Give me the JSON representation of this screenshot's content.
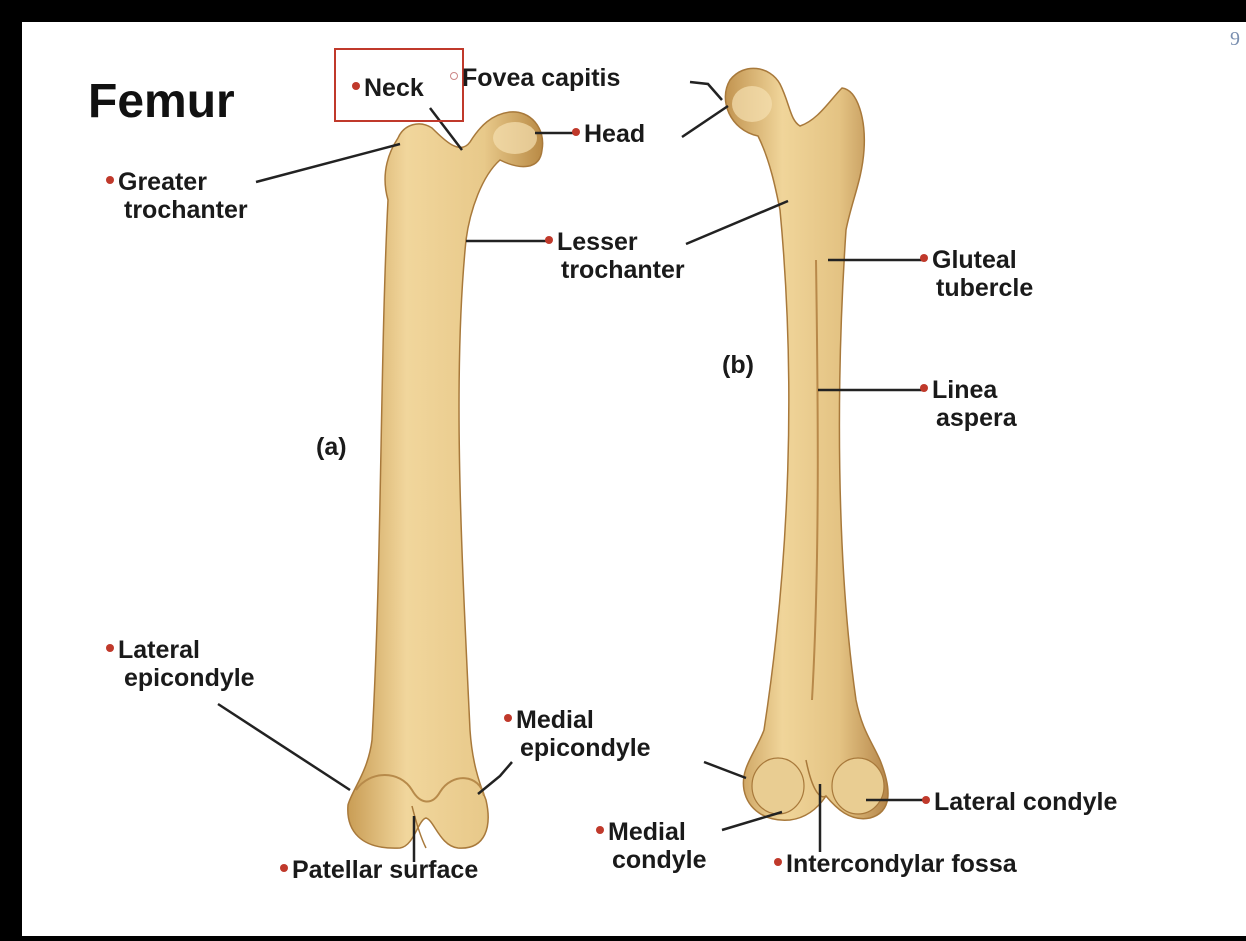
{
  "title": "Femur",
  "corner_mark": "9",
  "views": {
    "anterior": "(a)",
    "posterior": "(b)"
  },
  "labels": {
    "neck": "Neck",
    "fovea_capitis": "Fovea capitis",
    "head": "Head",
    "greater_trochanter": [
      "Greater",
      "trochanter"
    ],
    "lesser_trochanter": [
      "Lesser",
      "trochanter"
    ],
    "gluteal_tubercle": [
      "Gluteal",
      "tubercle"
    ],
    "linea_aspera": [
      "Linea",
      "aspera"
    ],
    "lateral_epicondyle": [
      "Lateral",
      "epicondyle"
    ],
    "medial_epicondyle": [
      "Medial",
      "epicondyle"
    ],
    "patellar_surface": "Patellar surface",
    "medial_condyle": [
      "Medial",
      "condyle"
    ],
    "intercondylar_fossa": "Intercondylar fossa",
    "lateral_condyle": "Lateral condyle"
  },
  "colors": {
    "bone": "#e8c98a",
    "bone_shadow": "#c99d55",
    "bone_light": "#f5e0b0",
    "dot": "#c0392b",
    "line": "#222222",
    "highlight": "#c0392b"
  }
}
